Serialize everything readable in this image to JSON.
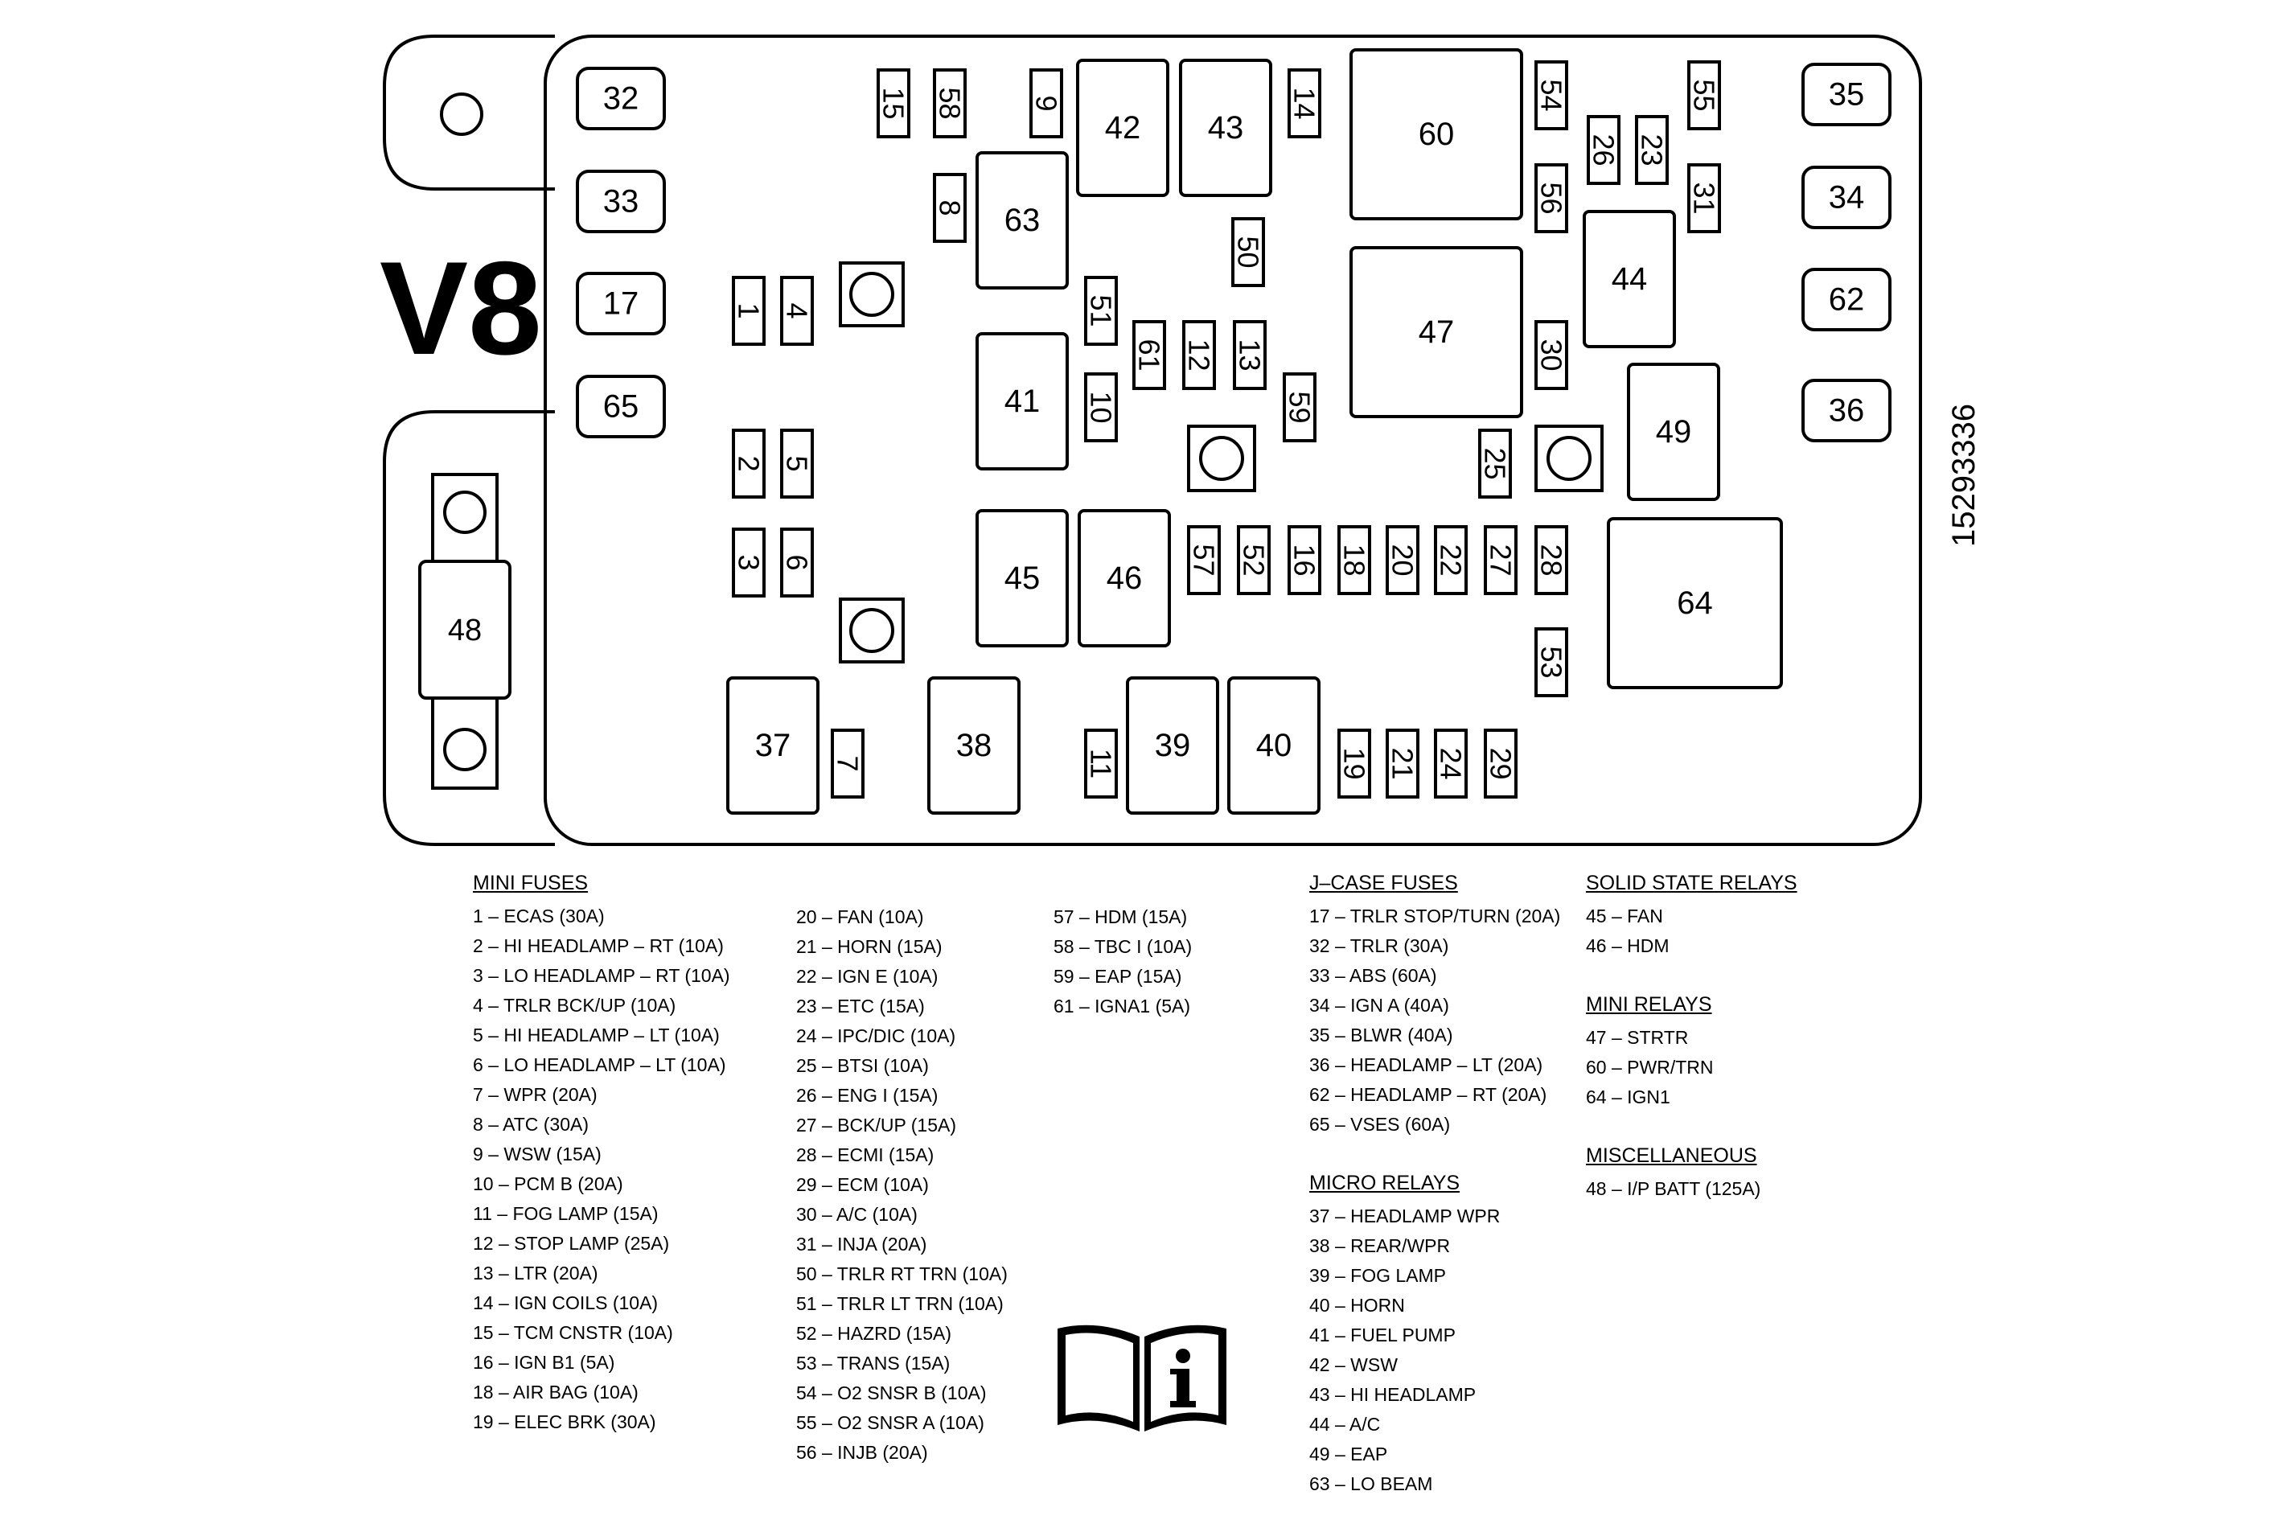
{
  "engine_label": "V8",
  "part_number": "15293336",
  "components": [
    {
      "id": "32",
      "shape": "jcase"
    },
    {
      "id": "33",
      "shape": "jcase"
    },
    {
      "id": "17",
      "shape": "jcase"
    },
    {
      "id": "65",
      "shape": "jcase"
    },
    {
      "id": "35",
      "shape": "jcase"
    },
    {
      "id": "34",
      "shape": "jcase"
    },
    {
      "id": "62",
      "shape": "jcase"
    },
    {
      "id": "36",
      "shape": "jcase"
    },
    {
      "id": "60",
      "shape": "relay"
    },
    {
      "id": "47",
      "shape": "relay"
    },
    {
      "id": "64",
      "shape": "relay"
    },
    {
      "id": "42",
      "shape": "relay"
    },
    {
      "id": "43",
      "shape": "relay"
    },
    {
      "id": "63",
      "shape": "relay"
    },
    {
      "id": "41",
      "shape": "relay"
    },
    {
      "id": "45",
      "shape": "relay"
    },
    {
      "id": "46",
      "shape": "relay"
    },
    {
      "id": "44",
      "shape": "relay"
    },
    {
      "id": "49",
      "shape": "relay"
    },
    {
      "id": "37",
      "shape": "relay"
    },
    {
      "id": "38",
      "shape": "relay"
    },
    {
      "id": "39",
      "shape": "relay"
    },
    {
      "id": "40",
      "shape": "relay"
    },
    {
      "id": "48",
      "shape": "maxi"
    },
    {
      "id": "15",
      "shape": "mini"
    },
    {
      "id": "58",
      "shape": "mini"
    },
    {
      "id": "9",
      "shape": "mini"
    },
    {
      "id": "14",
      "shape": "mini"
    },
    {
      "id": "54",
      "shape": "mini"
    },
    {
      "id": "55",
      "shape": "mini"
    },
    {
      "id": "26",
      "shape": "mini"
    },
    {
      "id": "23",
      "shape": "mini"
    },
    {
      "id": "56",
      "shape": "mini"
    },
    {
      "id": "31",
      "shape": "mini"
    },
    {
      "id": "8",
      "shape": "mini"
    },
    {
      "id": "50",
      "shape": "mini"
    },
    {
      "id": "1",
      "shape": "mini"
    },
    {
      "id": "4",
      "shape": "mini"
    },
    {
      "id": "51",
      "shape": "mini"
    },
    {
      "id": "61",
      "shape": "mini"
    },
    {
      "id": "12",
      "shape": "mini"
    },
    {
      "id": "13",
      "shape": "mini"
    },
    {
      "id": "30",
      "shape": "mini"
    },
    {
      "id": "10",
      "shape": "mini"
    },
    {
      "id": "59",
      "shape": "mini"
    },
    {
      "id": "2",
      "shape": "mini"
    },
    {
      "id": "5",
      "shape": "mini"
    },
    {
      "id": "25",
      "shape": "mini"
    },
    {
      "id": "3",
      "shape": "mini"
    },
    {
      "id": "6",
      "shape": "mini"
    },
    {
      "id": "57",
      "shape": "mini"
    },
    {
      "id": "52",
      "shape": "mini"
    },
    {
      "id": "16",
      "shape": "mini"
    },
    {
      "id": "18",
      "shape": "mini"
    },
    {
      "id": "20",
      "shape": "mini"
    },
    {
      "id": "22",
      "shape": "mini"
    },
    {
      "id": "27",
      "shape": "mini"
    },
    {
      "id": "28",
      "shape": "mini"
    },
    {
      "id": "53",
      "shape": "mini"
    },
    {
      "id": "7",
      "shape": "mini"
    },
    {
      "id": "11",
      "shape": "mini"
    },
    {
      "id": "19",
      "shape": "mini"
    },
    {
      "id": "21",
      "shape": "mini"
    },
    {
      "id": "24",
      "shape": "mini"
    },
    {
      "id": "29",
      "shape": "mini"
    }
  ],
  "legend": {
    "mini_fuses": {
      "title": "MINI FUSES",
      "col1": [
        "1 – ECAS (30A)",
        "2 – HI HEADLAMP – RT (10A)",
        "3 – LO HEADLAMP – RT (10A)",
        "4 – TRLR BCK/UP (10A)",
        "5 – HI HEADLAMP – LT (10A)",
        "6 – LO HEADLAMP – LT (10A)",
        "7 – WPR (20A)",
        "8 – ATC (30A)",
        "9 – WSW (15A)",
        "10 – PCM B (20A)",
        "11 – FOG LAMP (15A)",
        "12 – STOP LAMP (25A)",
        "13 – LTR (20A)",
        "14 – IGN COILS (10A)",
        "15 – TCM CNSTR (10A)",
        "16 – IGN B1 (5A)",
        "18 – AIR BAG (10A)",
        "19 – ELEC BRK (30A)"
      ],
      "col2": [
        "20 – FAN (10A)",
        "21 – HORN (15A)",
        "22 – IGN E (10A)",
        "23 – ETC (15A)",
        "24 – IPC/DIC (10A)",
        "25 – BTSI (10A)",
        "26 – ENG I (15A)",
        "27 – BCK/UP (15A)",
        "28 – ECMI (15A)",
        "29 – ECM (10A)",
        "30 – A/C (10A)",
        "31 – INJA (20A)",
        "50 – TRLR RT TRN (10A)",
        "51 – TRLR LT TRN (10A)",
        "52 – HAZRD (15A)",
        "53 – TRANS (15A)",
        "54 – O2 SNSR B (10A)",
        "55 – O2 SNSR A (10A)",
        "56 – INJB (20A)"
      ],
      "col3": [
        "57 – HDM (15A)",
        "58 – TBC I (10A)",
        "59 – EAP (15A)",
        "61 – IGNA1 (5A)"
      ]
    },
    "jcase_fuses": {
      "title": "J–CASE FUSES",
      "items": [
        "17 – TRLR STOP/TURN (20A)",
        "32 – TRLR (30A)",
        "33 – ABS (60A)",
        "34 – IGN A (40A)",
        "35 – BLWR (40A)",
        "36 – HEADLAMP – LT (20A)",
        "62 – HEADLAMP – RT (20A)",
        "65 – VSES (60A)"
      ]
    },
    "micro_relays": {
      "title": "MICRO RELAYS",
      "items": [
        "37 – HEADLAMP WPR",
        "38 – REAR/WPR",
        "39 – FOG LAMP",
        "40 – HORN",
        "41 – FUEL PUMP",
        "42 – WSW",
        "43 – HI HEADLAMP",
        "44 – A/C",
        "49 – EAP",
        "63 – LO BEAM"
      ]
    },
    "solid_state_relays": {
      "title": "SOLID STATE RELAYS",
      "items": [
        "45 – FAN",
        "46 – HDM"
      ]
    },
    "mini_relays": {
      "title": "MINI RELAYS",
      "items": [
        "47 – STRTR",
        "60 – PWR/TRN",
        "64 – IGN1"
      ]
    },
    "miscellaneous": {
      "title": "MISCELLANEOUS",
      "items": [
        "48 – I/P BATT (125A)"
      ]
    }
  }
}
